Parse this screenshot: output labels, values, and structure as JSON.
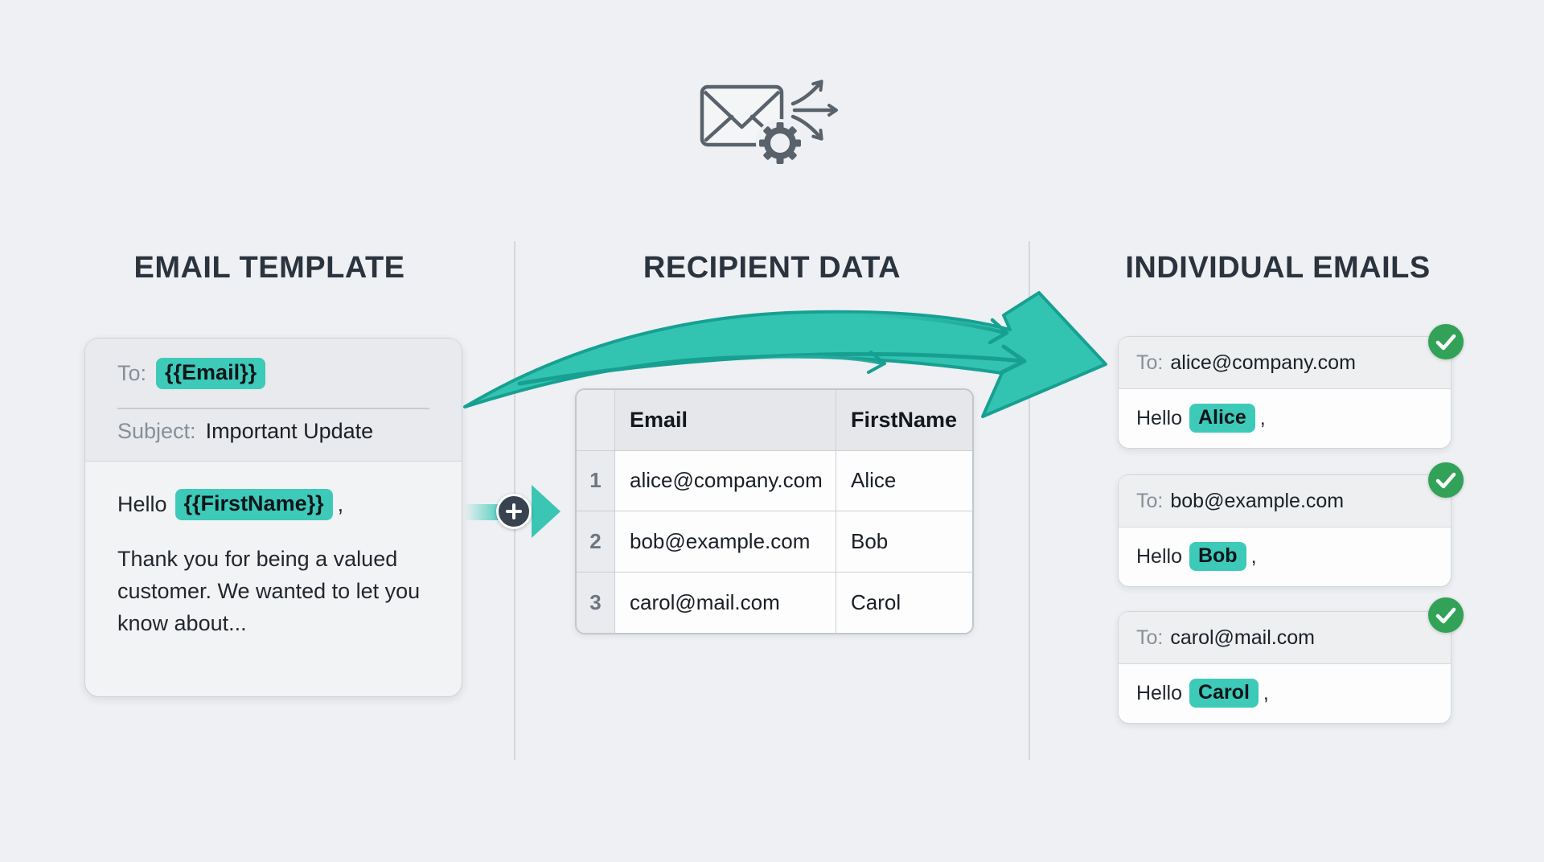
{
  "headings": {
    "template": "EMAIL TEMPLATE",
    "recipients": "RECIPIENT DATA",
    "individual": "INDIVIDUAL EMAILS"
  },
  "template_card": {
    "to_label": "To:",
    "to_token": "{{Email}}",
    "subject_label": "Subject:",
    "subject_value": "Important Update",
    "greeting_prefix": "Hello",
    "greeting_token": "{{FirstName}}",
    "greeting_suffix": ",",
    "body": "Thank you for being a valued customer. We wanted to let you know about..."
  },
  "recipient_table": {
    "headers": [
      "Email",
      "FirstName"
    ],
    "rows": [
      {
        "num": "1",
        "email": "alice@company.com",
        "first_name": "Alice"
      },
      {
        "num": "2",
        "email": "bob@example.com",
        "first_name": "Bob"
      },
      {
        "num": "3",
        "email": "carol@mail.com",
        "first_name": "Carol"
      }
    ]
  },
  "individual_emails": [
    {
      "to_label": "To:",
      "to_value": "alice@company.com",
      "greeting_prefix": "Hello",
      "name": "Alice",
      "greeting_suffix": ","
    },
    {
      "to_label": "To:",
      "to_value": "bob@example.com",
      "greeting_prefix": "Hello",
      "name": "Bob",
      "greeting_suffix": ","
    },
    {
      "to_label": "To:",
      "to_value": "carol@mail.com",
      "greeting_prefix": "Hello",
      "name": "Carol",
      "greeting_suffix": ","
    }
  ],
  "icons": {
    "header_icon": "envelope-gear-fanout",
    "merge_step_icon": "plus",
    "status_icon": "checkmark"
  },
  "colors": {
    "background": "#eef0f3",
    "accent_teal": "#3ecab8",
    "accent_teal_dark": "#17a092",
    "success_green": "#31a257",
    "heading_text": "#2a333e",
    "dark_circle": "#394350"
  }
}
